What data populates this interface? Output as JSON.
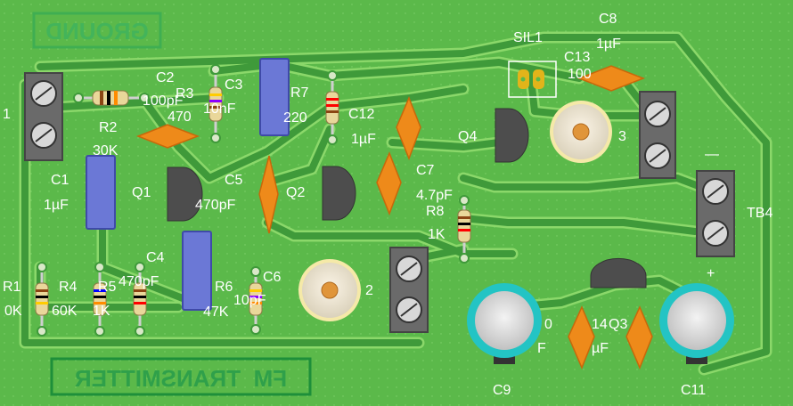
{
  "colors": {
    "board": "#5bb94a",
    "trace": "#3f9a3a",
    "trace_edge": "#8bd86a",
    "label": "#ffffff",
    "silk_text": "#2fa04a",
    "silk_frame": "#1e8f3a",
    "ceramic_cap": "#ee8a1a",
    "film_cap": "#6b78d6",
    "transistor": "#4d4d4d",
    "terminal": "#6a6a6a",
    "electrolytic_ring": "#23c4c4"
  },
  "silkscreen": {
    "ground": "GROUND",
    "title": "FM  TRANSMITTER"
  },
  "labels": {
    "c2": "C2",
    "c2_val": "100pF",
    "r3": "R3",
    "r3_val": "470",
    "c3": "C3",
    "c3_val": "10nF",
    "r7": "R7",
    "r7_val": "220",
    "r2": "R2",
    "r2_val": "30K",
    "c1": "C1",
    "c1_val": "1µF",
    "q1": "Q1",
    "c5": "C5",
    "c5_val": "470pF",
    "q2": "Q2",
    "c12": "C12",
    "c12_val": "1µF",
    "c7": "C7",
    "c7_val": "4.7pF",
    "r8": "R8",
    "r8_val": "1K",
    "q4": "Q4",
    "sil1": "SIL1",
    "c8": "C8",
    "c8_val": "1µF",
    "c13": "C13",
    "c13_val": "100",
    "tb3_tail": "3",
    "tb4": "TB4",
    "tb4_minus": "—",
    "tb4_plus": "+",
    "r1": "R1",
    "r1_val": "0K",
    "r4": "R4",
    "r4_val": "60K",
    "r5": "R5",
    "r5_val": "1K",
    "c4": "C4",
    "c4_val": "470pF",
    "r6": "R6",
    "r6_val": "47K",
    "c6": "C6",
    "c6_val": "10pF",
    "l2_tail": "2",
    "c10_tail": "0",
    "c10_val_tail": "F",
    "c14_tail": "14",
    "c14_val_tail": "µF",
    "q3": "Q3",
    "c9": "C9",
    "c11": "C11",
    "tb1_tail": "1"
  }
}
